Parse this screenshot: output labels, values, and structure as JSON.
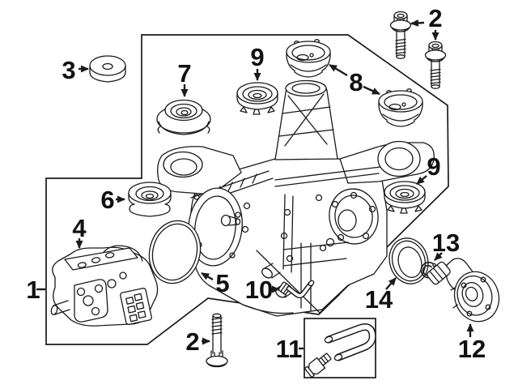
{
  "diagram": {
    "background_color": "#ffffff",
    "line_color": "#1a1a1a",
    "label_color": "#111111",
    "callouts": {
      "c1": {
        "label": "1"
      },
      "c2_top": {
        "label": "2"
      },
      "c2_bottom": {
        "label": "2"
      },
      "c3": {
        "label": "3"
      },
      "c4": {
        "label": "4"
      },
      "c5": {
        "label": "5"
      },
      "c6": {
        "label": "6"
      },
      "c7": {
        "label": "7"
      },
      "c8": {
        "label": "8"
      },
      "c9_top": {
        "label": "9"
      },
      "c9_right": {
        "label": "9"
      },
      "c10": {
        "label": "10"
      },
      "c11": {
        "label": "11"
      },
      "c12": {
        "label": "12"
      },
      "c13": {
        "label": "13"
      },
      "c14": {
        "label": "14"
      }
    }
  }
}
